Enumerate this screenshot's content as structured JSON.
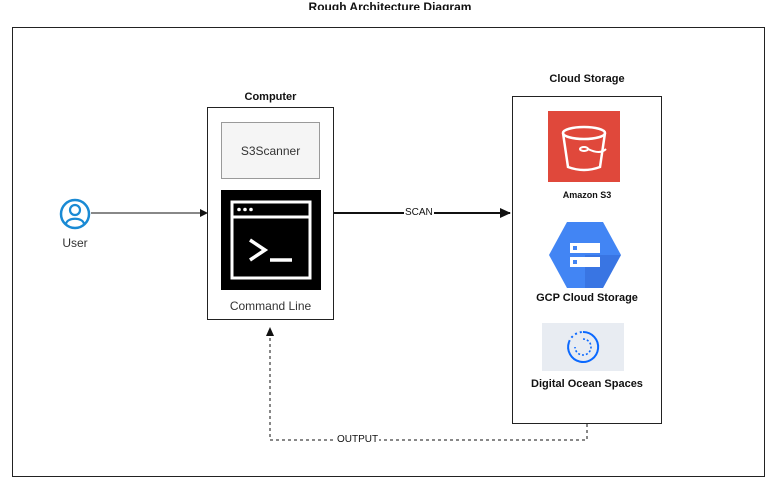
{
  "diagram": {
    "title": "Rough Architecture Diagram",
    "user_label": "User",
    "computer": {
      "title": "Computer",
      "s3scanner_label": "S3Scanner",
      "command_line_label": "Command Line"
    },
    "cloud": {
      "title": "Cloud Storage",
      "amazon_s3_label": "Amazon S3",
      "gcp_label": "GCP Cloud Storage",
      "do_label": "Digital Ocean Spaces"
    },
    "edges": {
      "scan_label": "SCAN",
      "output_label": "OUTPUT"
    }
  },
  "colors": {
    "user_icon": "#1a8ad4",
    "s3_bg": "#e0483b",
    "gcp_blue": "#4285f4",
    "gcp_dark": "#3367d6",
    "do_bg": "#e8ecf2",
    "do_ring": "#0b69ff",
    "terminal_bg": "#000000"
  },
  "icons": [
    "user-icon",
    "terminal-icon",
    "amazon-s3-bucket-icon",
    "gcp-storage-icon",
    "digital-ocean-spaces-icon"
  ]
}
